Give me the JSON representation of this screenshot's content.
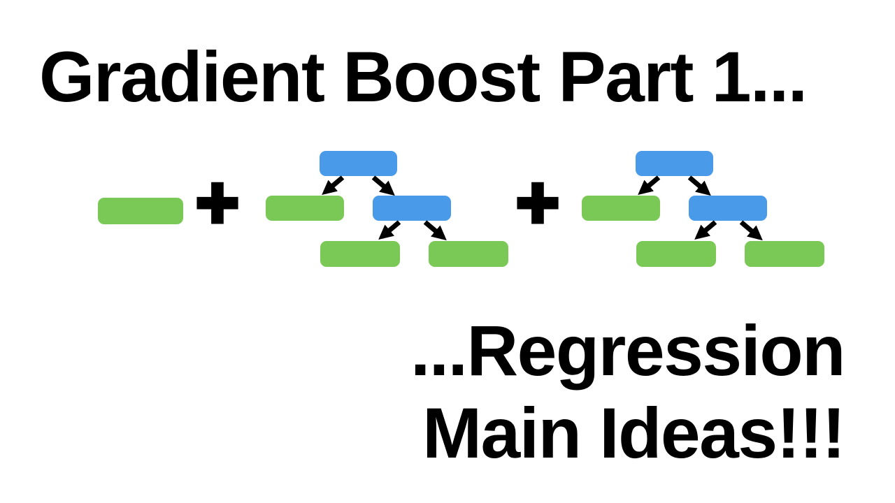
{
  "title": {
    "text": "Gradient Boost Part 1..."
  },
  "subtitle": {
    "line1": "...Regression",
    "line2": "Main Ideas!!!"
  },
  "expression": {
    "plus_symbol": "+"
  },
  "colors": {
    "leaf_green": "#7AC956",
    "node_blue": "#4A9AEA",
    "arrow_black": "#000000",
    "text_black": "#000000",
    "background": "#FFFFFF"
  }
}
